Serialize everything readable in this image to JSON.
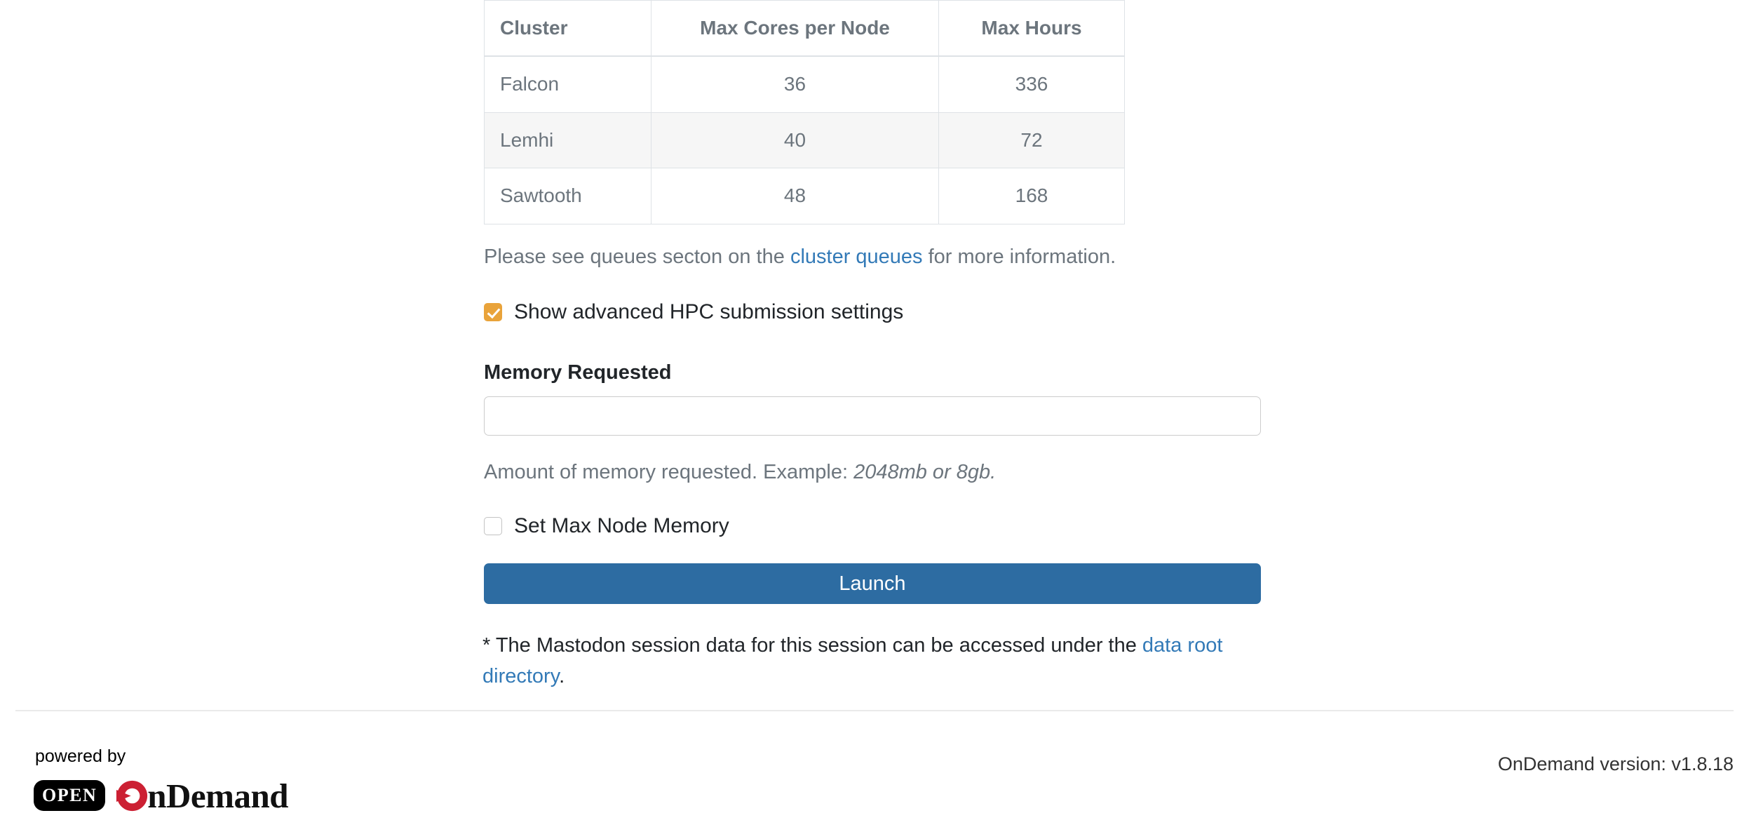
{
  "table": {
    "headers": [
      "Cluster",
      "Max Cores per Node",
      "Max Hours"
    ],
    "rows": [
      {
        "cluster": "Falcon",
        "max_cores": "36",
        "max_hours": "336"
      },
      {
        "cluster": "Lemhi",
        "max_cores": "40",
        "max_hours": "72"
      },
      {
        "cluster": "Sawtooth",
        "max_cores": "48",
        "max_hours": "168"
      }
    ]
  },
  "info_line": {
    "before": "Please see queues secton on the ",
    "link": "cluster queues",
    "after": " for more information."
  },
  "advanced_checkbox": {
    "label": "Show advanced HPC submission settings",
    "checked": true,
    "color": "#e9a33a"
  },
  "memory_field": {
    "label": "Memory Requested",
    "value": "",
    "placeholder": "",
    "help_before": "Amount of memory requested. Example: ",
    "help_italic": "2048mb or 8gb."
  },
  "max_node_memory_checkbox": {
    "label": "Set Max Node Memory",
    "checked": false
  },
  "launch_button": {
    "label": "Launch",
    "color": "#2d6ca2"
  },
  "footnote": {
    "before": "* The Mastodon session data for this session can be accessed under the ",
    "link": "data root directory",
    "after": "."
  },
  "footer": {
    "powered_by": "powered by",
    "logo_open": "OPEN",
    "logo_word": "nDemand",
    "version": "OnDemand version: v1.8.18"
  },
  "colors": {
    "link": "#337ab7",
    "muted_text": "#6c757d",
    "table_border": "#dee2e6",
    "stripe": "#f6f6f6",
    "logo_red": "#cc2033"
  }
}
